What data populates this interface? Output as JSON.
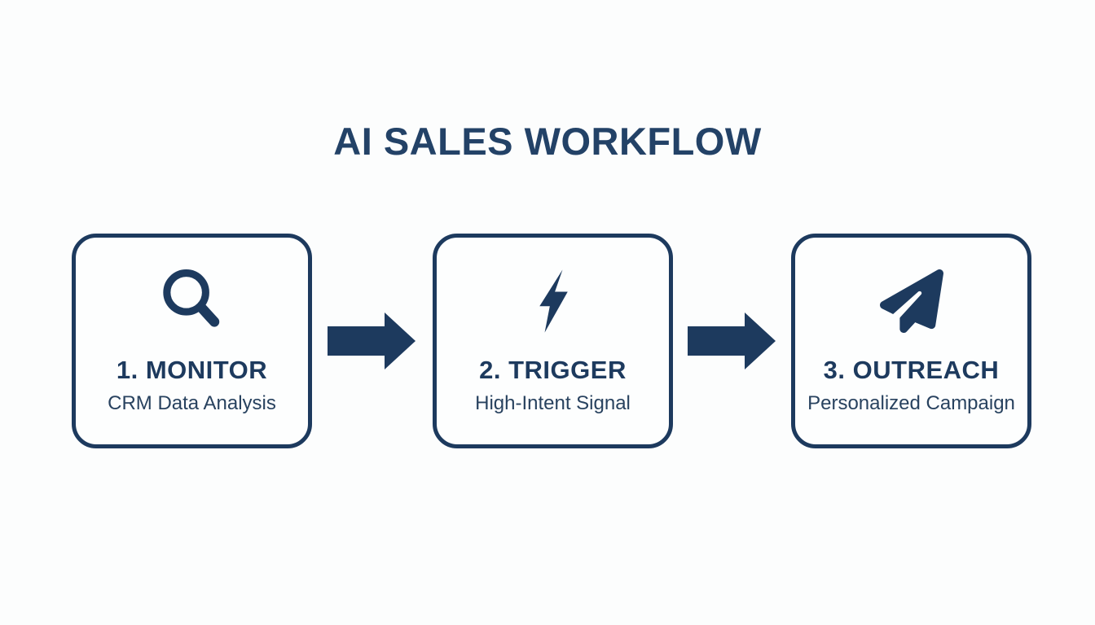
{
  "title": "AI SALES WORKFLOW",
  "colors": {
    "navy": "#1d3a5e",
    "title": "#234267",
    "subtext": "#28425f",
    "background": "#fcfdfd"
  },
  "steps": [
    {
      "label": "1. MONITOR",
      "description": "CRM Data Analysis",
      "icon": "magnifying-glass-icon"
    },
    {
      "label": "2. TRIGGER",
      "description": "High-Intent Signal",
      "icon": "lightning-bolt-icon"
    },
    {
      "label": "3. OUTREACH",
      "description": "Personalized Campaign",
      "icon": "paper-plane-icon"
    }
  ],
  "arrows": [
    {
      "direction": "right"
    },
    {
      "direction": "right"
    }
  ]
}
